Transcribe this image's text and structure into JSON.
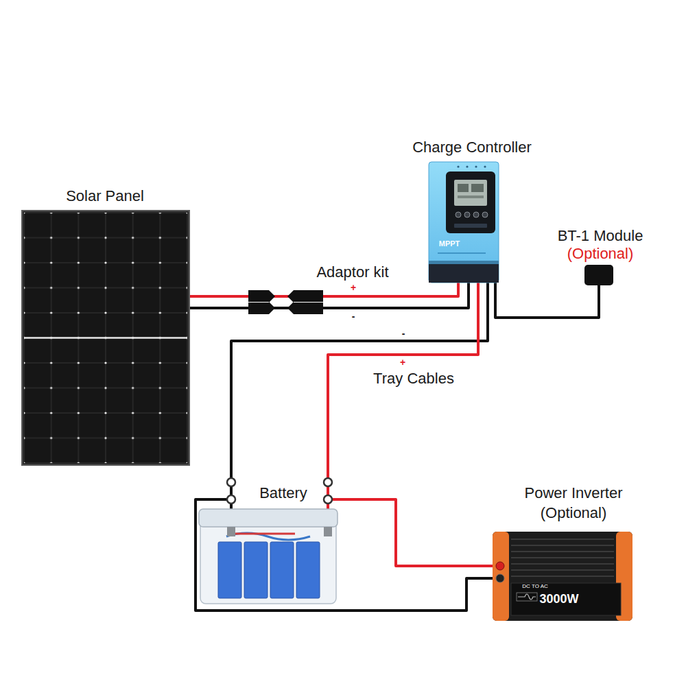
{
  "diagram": {
    "nodes": [
      {
        "text": [
          "Charge Controller",
          "MPPT"
        ]
      },
      {
        "text": [
          "Solar Panel"
        ]
      },
      {
        "text": [
          "BT-1 Module",
          "(Optional)"
        ]
      },
      {
        "text": [
          "Battery"
        ]
      },
      {
        "text": [
          "Power Inverter (Optional)",
          "DC TO AC",
          "3000W"
        ]
      }
    ],
    "edges": [
      {
        "from": 1,
        "to": 0,
        "arrow": "none",
        "label": "+"
      },
      {
        "from": 1,
        "to": 0,
        "arrow": "none",
        "label": "-"
      },
      {
        "from": 0,
        "to": 3,
        "arrow": "none",
        "label": "-"
      },
      {
        "from": 0,
        "to": 3,
        "arrow": "none",
        "label": "+"
      },
      {
        "from": 0,
        "to": 2,
        "arrow": "none"
      },
      {
        "from": 3,
        "to": 4,
        "arrow": "none"
      },
      {
        "from": 3,
        "to": 4,
        "arrow": "none"
      }
    ],
    "labels": [
      "Adaptor kit",
      "Tray Cables"
    ]
  }
}
